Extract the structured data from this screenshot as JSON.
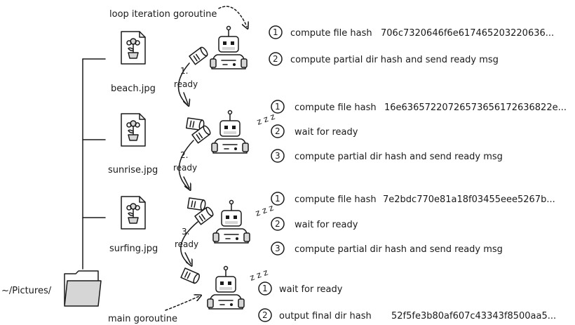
{
  "labels": {
    "loop_goroutine": "loop iteration goroutine",
    "main_goroutine": "main goroutine",
    "folder": "~/Pictures/"
  },
  "files": [
    {
      "name": "beach.jpg"
    },
    {
      "name": "sunrise.jpg"
    },
    {
      "name": "surfing.jpg"
    }
  ],
  "ready_labels": [
    {
      "num": "1.",
      "word": "ready"
    },
    {
      "num": "2.",
      "word": "ready"
    },
    {
      "num": "3.",
      "word": "ready"
    }
  ],
  "sleep_marks": "z z z",
  "steps": {
    "g1": [
      {
        "num": "1",
        "text": "compute file hash",
        "hash": "706c7320646f6e617465203220636..."
      },
      {
        "num": "2",
        "text": "compute partial dir hash and send ready msg",
        "hash": ""
      }
    ],
    "g2": [
      {
        "num": "1",
        "text": "compute file hash",
        "hash": "16e63657220726573656172636822e..."
      },
      {
        "num": "2",
        "text": "wait for ready",
        "hash": ""
      },
      {
        "num": "3",
        "text": "compute partial dir hash and send ready msg",
        "hash": ""
      }
    ],
    "g3": [
      {
        "num": "1",
        "text": "compute file hash",
        "hash": "7e2bdc770e81a18f03455eee5267b..."
      },
      {
        "num": "2",
        "text": "wait for ready",
        "hash": ""
      },
      {
        "num": "3",
        "text": "compute partial dir hash and send ready msg",
        "hash": ""
      }
    ],
    "main": [
      {
        "num": "1",
        "text": "wait for ready",
        "hash": ""
      },
      {
        "num": "2",
        "text": "output final dir hash",
        "hash": "52f5fe3b80af607c43343f8500aa5..."
      }
    ]
  }
}
